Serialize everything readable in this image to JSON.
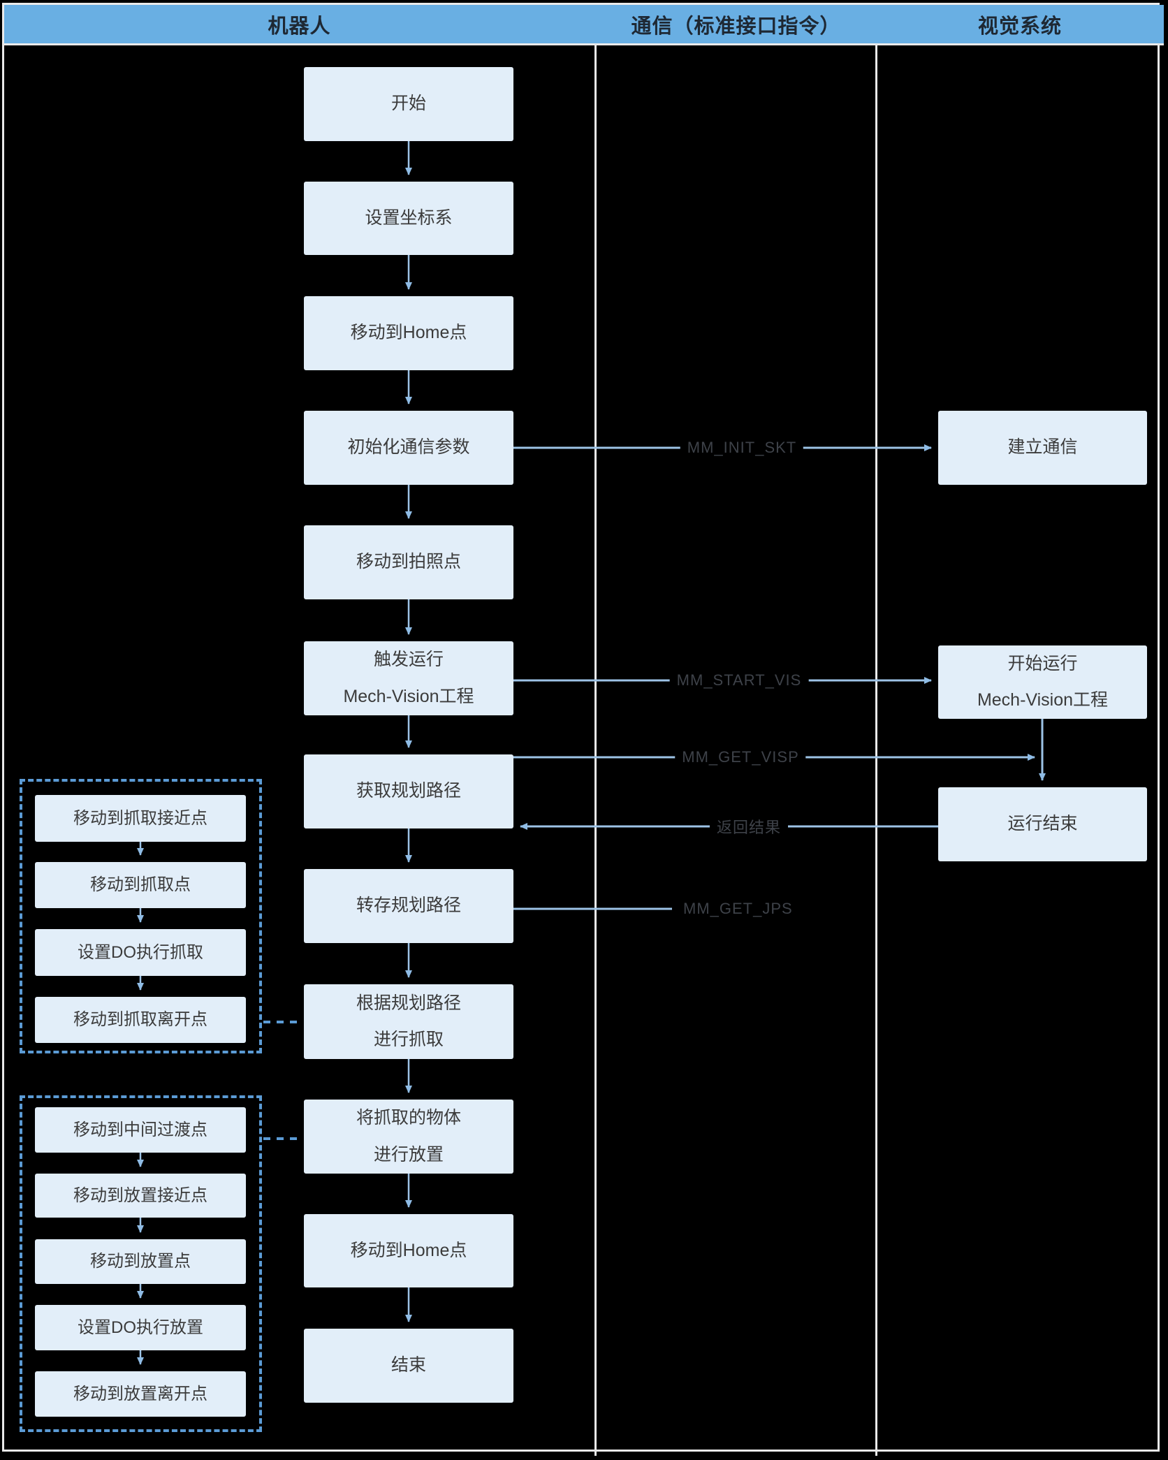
{
  "header": {
    "columns": [
      {
        "label": "机器人"
      },
      {
        "label": "通信（标准接口指令）"
      },
      {
        "label": "视觉系统"
      }
    ]
  },
  "robot_flow": {
    "start": "开始",
    "set_coords": "设置坐标系",
    "move_home_1": "移动到Home点",
    "init_comm": "初始化通信参数",
    "move_photo": "移动到拍照点",
    "trigger_line1": "触发运行",
    "trigger_line2": "Mech-Vision工程",
    "get_path": "获取规划路径",
    "save_path": "转存规划路径",
    "pick_line1": "根据规划路径",
    "pick_line2": "进行抓取",
    "place_line1": "将抓取的物体",
    "place_line2": "进行放置",
    "move_home_2": "移动到Home点",
    "end": "结束"
  },
  "vision_flow": {
    "establish_comm": "建立通信",
    "start_vision_line1": "开始运行",
    "start_vision_line2": "Mech-Vision工程",
    "run_end": "运行结束"
  },
  "comm_labels": {
    "init_skt": "MM_INIT_SKT",
    "start_vis": "MM_START_VIS",
    "get_visp": "MM_GET_VISP",
    "return_result": "返回结果",
    "get_jps": "MM_GET_JPS"
  },
  "pick_group": {
    "items": [
      "移动到抓取接近点",
      "移动到抓取点",
      "设置DO执行抓取",
      "移动到抓取离开点"
    ]
  },
  "place_group": {
    "items": [
      "移动到中间过渡点",
      "移动到放置接近点",
      "移动到放置点",
      "设置DO执行放置",
      "移动到放置离开点"
    ]
  },
  "colors": {
    "page_background": "#000000",
    "header_fill": "#69AFE3",
    "box_fill": "#E2EEF9",
    "box_text": "#3B3B3B",
    "arrow": "#9DC3E6",
    "dashed_accent": "#5B9BD5",
    "table_border": "#EAEAEA",
    "comm_label_text": "#3E4249"
  }
}
